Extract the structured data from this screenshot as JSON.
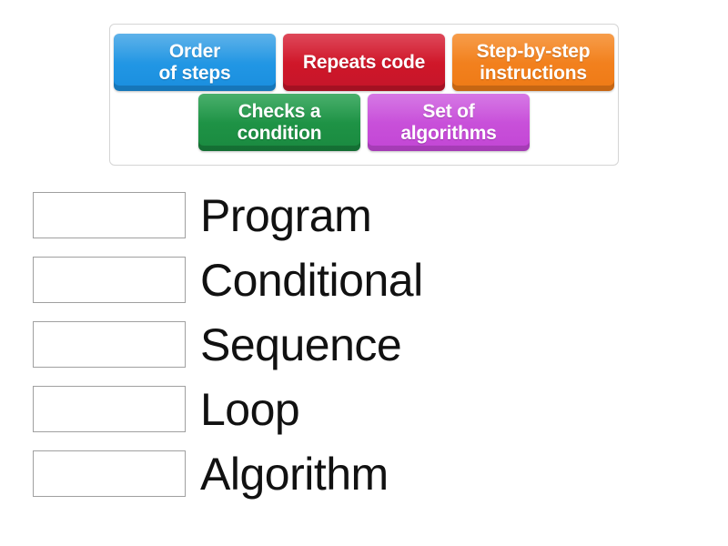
{
  "tiles_panel": {
    "name": "draggable-answer-tiles",
    "rows": [
      [
        {
          "id": "tile-order-of-steps",
          "label": "Order\nof steps",
          "color": "#2196e4",
          "color_name": "blue"
        },
        {
          "id": "tile-repeats-code",
          "label": "Repeats code",
          "color": "#cf1729",
          "color_name": "red"
        },
        {
          "id": "tile-step-by-step",
          "label": "Step-by-step\ninstructions",
          "color": "#f2801d",
          "color_name": "orange"
        }
      ],
      [
        {
          "id": "tile-checks-condition",
          "label": "Checks a\ncondition",
          "color": "#1e9245",
          "color_name": "green"
        },
        {
          "id": "tile-set-of-algorithms",
          "label": "Set of\nalgorithms",
          "color": "#c84fd9",
          "color_name": "purple"
        }
      ]
    ]
  },
  "answers": [
    {
      "id": "row-program",
      "label": "Program",
      "drop_value": ""
    },
    {
      "id": "row-conditional",
      "label": "Conditional",
      "drop_value": ""
    },
    {
      "id": "row-sequence",
      "label": "Sequence",
      "drop_value": ""
    },
    {
      "id": "row-loop",
      "label": "Loop",
      "drop_value": ""
    },
    {
      "id": "row-algorithm",
      "label": "Algorithm",
      "drop_value": ""
    }
  ],
  "colors": {
    "panel_border": "#d5d5d5",
    "box_border": "#a0a0a0",
    "background": "#ffffff",
    "label_text": "#111111",
    "tile_text": "#ffffff"
  }
}
